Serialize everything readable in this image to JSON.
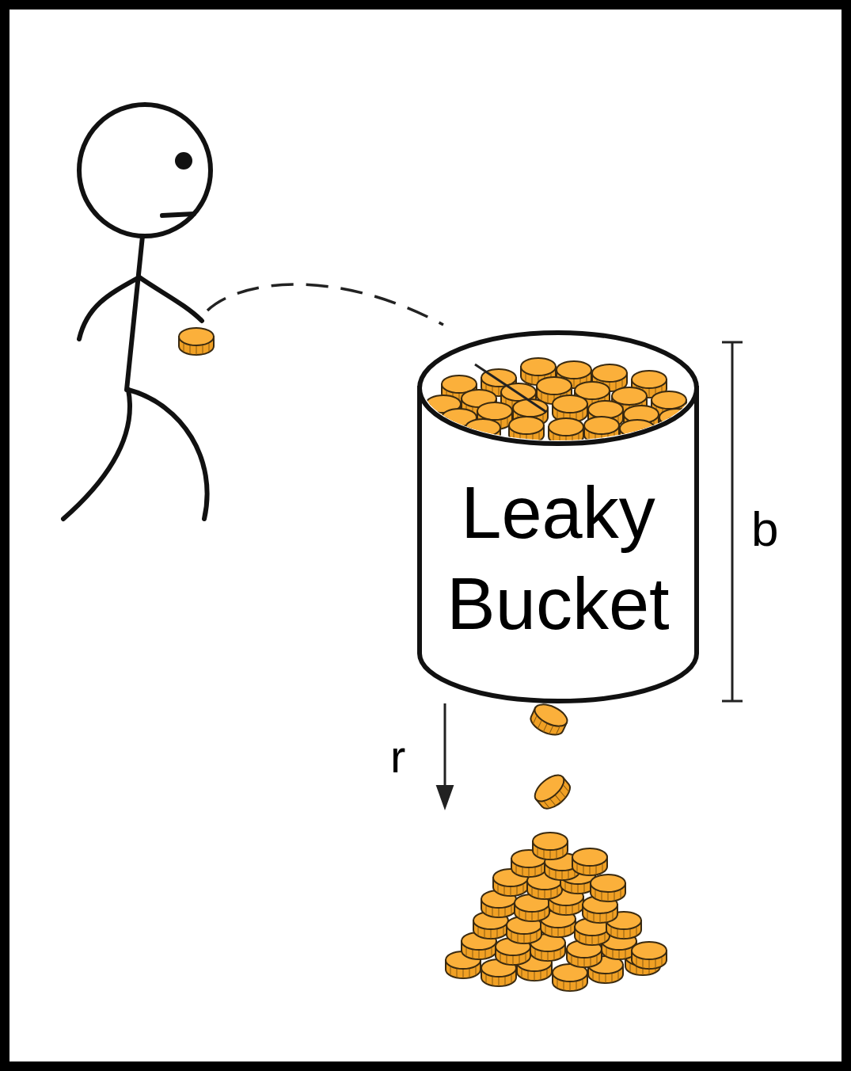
{
  "diagram": {
    "nodes": [
      {
        "text": [
          "Leaky Bucket"
        ]
      }
    ],
    "labels": [
      "b",
      "r"
    ]
  }
}
